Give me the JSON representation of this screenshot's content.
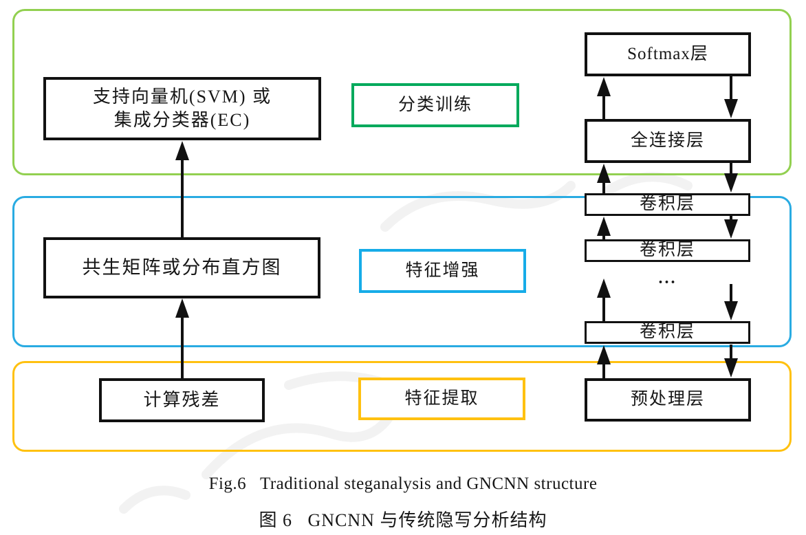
{
  "figure": {
    "type": "block-diagram",
    "topic": "Traditional steganalysis vs GNCNN structure"
  },
  "colors": {
    "container_green": "#92d050",
    "container_blue": "#29abe2",
    "container_yellow": "#ffc110",
    "label_green_border": "#00a95c",
    "label_blue_border": "#16ace8",
    "label_yellow_border": "#ffc110",
    "box_border_black": "#111111"
  },
  "traditional_pipeline": {
    "classifier_line1": "支持向量机(SVM) 或",
    "classifier_line2": "集成分类器(EC)",
    "feature_box": "共生矩阵或分布直方图",
    "residual_box": "计算残差"
  },
  "stage_labels": {
    "classification": "分类训练",
    "enhancement": "特征增强",
    "extraction": "特征提取"
  },
  "gncnn_pipeline": {
    "softmax": "Softmax层",
    "fully_connected": "全连接层",
    "conv1": "卷积层",
    "conv2": "卷积层",
    "ellipsis": "...",
    "conv3": "卷积层",
    "preprocessing": "预处理层"
  },
  "caption": {
    "english": "Fig.6   Traditional steganalysis and GNCNN structure",
    "chinese": "图 6   GNCNN 与传统隐写分析结构"
  }
}
